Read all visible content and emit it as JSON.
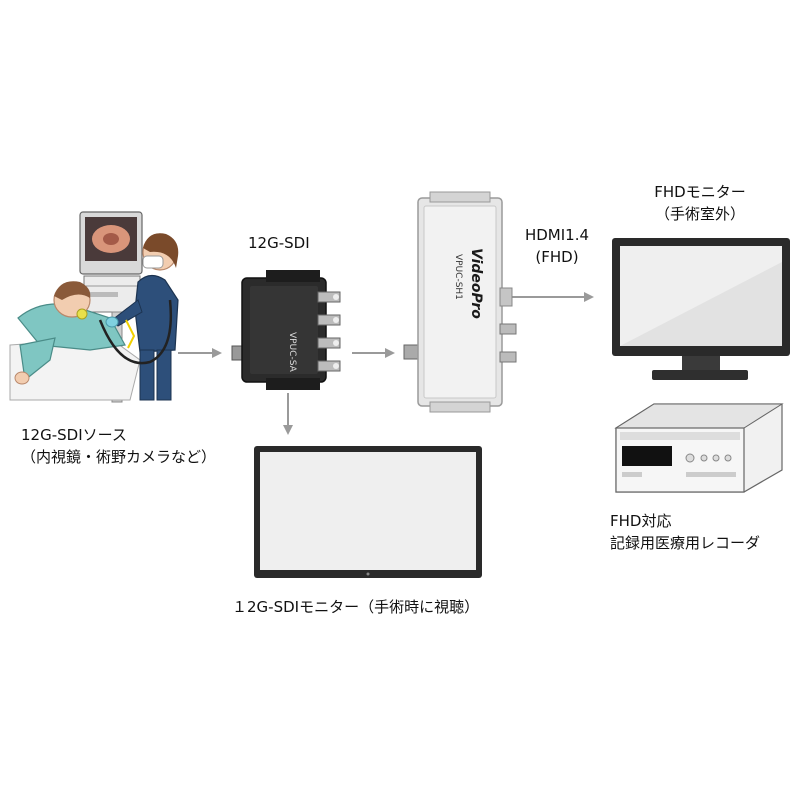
{
  "labels": {
    "sdi_cable": "12G-SDI",
    "hdmi_line1": "HDMI1.4",
    "hdmi_line2": "(FHD)",
    "fhd_monitor_line1": "FHDモニター",
    "fhd_monitor_line2": "（手術室外）",
    "source_line1": "12G-SDIソース",
    "source_line2": "（内視鏡・術野カメラなど）",
    "recorder_line1": "FHD対応",
    "recorder_line2": "記録用医療用レコーダ",
    "sdi_monitor": "１2G-SDIモニター（手術時に視聴）"
  },
  "devices": {
    "converter_brand": "VideoPro",
    "converter_model": "VPUC-SH1",
    "splitter_brand": "VPUC-SA"
  },
  "colors": {
    "arrow": "#9a9a9a",
    "splitter_body": "#2b2b2b",
    "converter_body": "#e6e6e6",
    "screen": "#efefef",
    "bezel": "#2a2a2a"
  }
}
